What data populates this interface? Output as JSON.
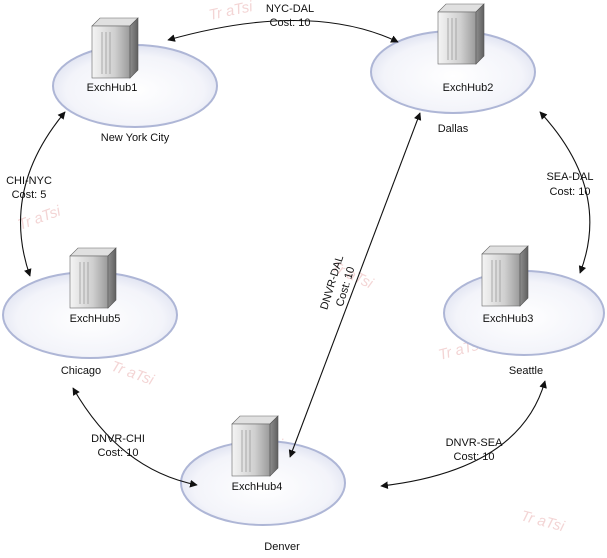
{
  "diagram": {
    "hubs": [
      {
        "id": "hub1",
        "name": "ExchHub1",
        "site": "New York City"
      },
      {
        "id": "hub2",
        "name": "ExchHub2",
        "site": "Dallas"
      },
      {
        "id": "hub3",
        "name": "ExchHub3",
        "site": "Seattle"
      },
      {
        "id": "hub4",
        "name": "ExchHub4",
        "site": "Denver"
      },
      {
        "id": "hub5",
        "name": "ExchHub5",
        "site": "Chicago"
      }
    ],
    "links": [
      {
        "id": "nyc-dal",
        "name": "NYC-DAL",
        "cost": "Cost: 10"
      },
      {
        "id": "chi-nyc",
        "name": "CHI-NYC",
        "cost": "Cost: 5"
      },
      {
        "id": "sea-dal",
        "name": "SEA-DAL",
        "cost": "Cost: 10"
      },
      {
        "id": "dnvr-dal",
        "name": "DNVR-DAL",
        "cost": "Cost: 10"
      },
      {
        "id": "dnvr-chi",
        "name": "DNVR-CHI",
        "cost": "Cost: 10"
      },
      {
        "id": "dnvr-sea",
        "name": "DNVR-SEA",
        "cost": "Cost: 10"
      }
    ],
    "colors": {
      "ellipse_fill": "#e9ecf6",
      "ellipse_stroke": "#aeb6d6",
      "server_body": "#d0d0d0",
      "server_dark": "#8a8a8a",
      "line": "#111111"
    }
  }
}
